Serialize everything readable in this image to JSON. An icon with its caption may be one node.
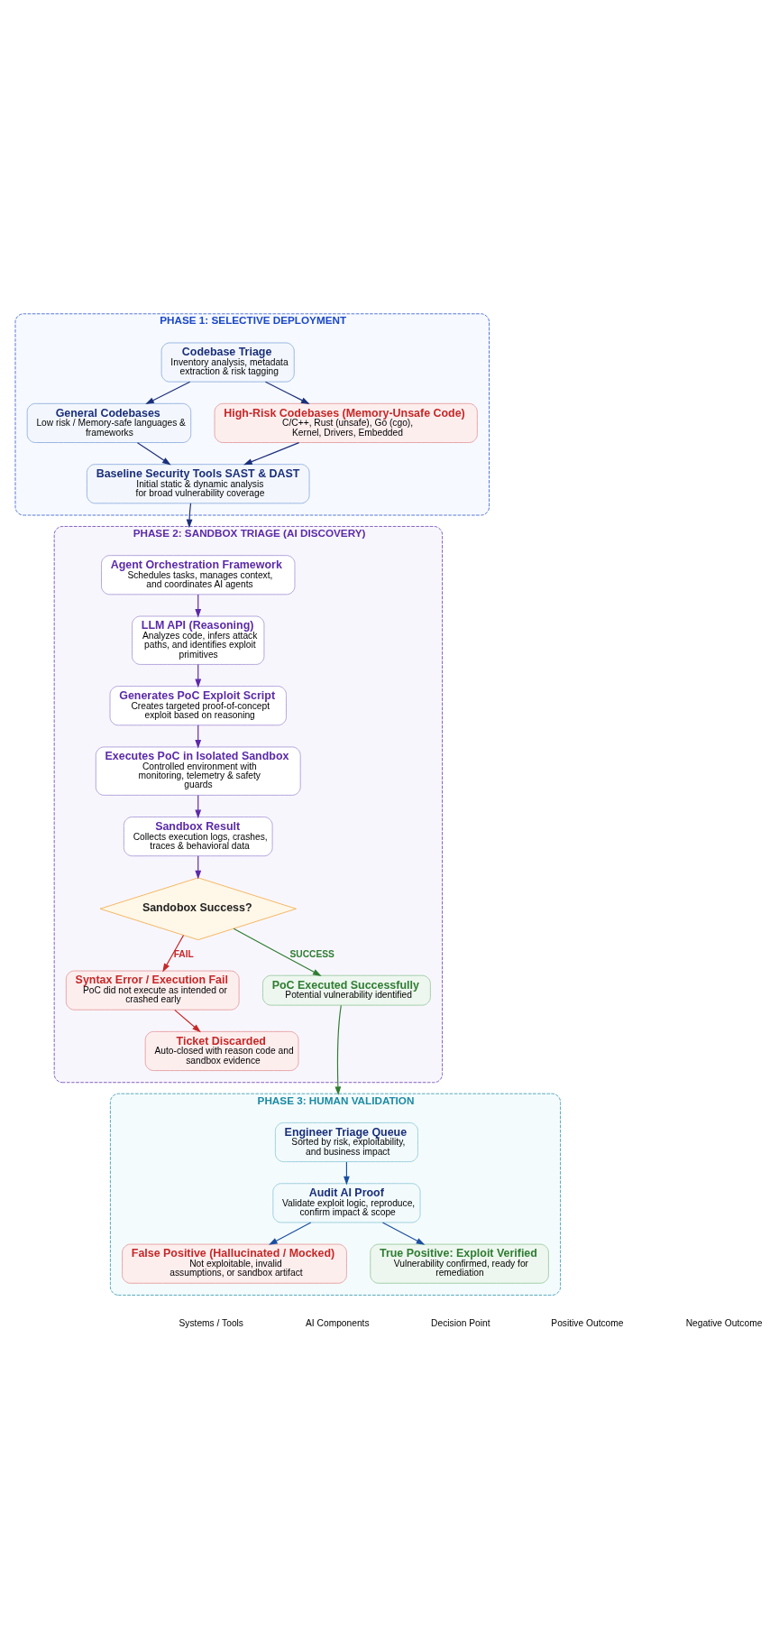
{
  "diagram": {
    "nodes": [
      {
        "text": [
          "PHASE 1: SELECTIVE DEPLOYMENT"
        ]
      },
      {
        "text": [
          "Codebase Triage",
          "Inventory analysis, metadata extraction & risk tagging"
        ],
        "in": 0
      },
      {
        "text": [
          "General Codebases",
          "Low risk / Memory-safe languages & frameworks"
        ],
        "in": 0
      },
      {
        "text": [
          "High-Risk Codebases (Memory-Unsafe Code)",
          "C/C++, Rust (unsafe), Go (cgo), Kernel, Drivers, Embedded"
        ],
        "in": 0
      },
      {
        "text": [
          "Baseline Security Tools SAST & DAST",
          "Initial static & dynamic analysis for broad vulnerability coverage"
        ],
        "in": 0
      },
      {
        "text": [
          "PHASE 2: SANDBOX TRIAGE (AI DISCOVERY)"
        ]
      },
      {
        "text": [
          "Agent Orchestration Framework",
          "Schedules tasks, manages context, and coordinates AI agents"
        ],
        "in": 5
      },
      {
        "text": [
          "LLM API (Reasoning)",
          "Analyzes code, infers attack paths, and identifies exploit primitives"
        ],
        "in": 5
      },
      {
        "text": [
          "Generates PoC Exploit Script",
          "Creates targeted proof-of-concept exploit based on reasoning"
        ],
        "in": 5
      },
      {
        "text": [
          "Executes PoC in Isolated Sandbox",
          "Controlled environment with monitoring, telemetry & safety guards"
        ],
        "in": 5
      },
      {
        "text": [
          "Sandbox Result",
          "Collects execution logs, crashes, traces & behavioral data"
        ],
        "in": 5
      },
      {
        "text": [
          "Sandobox Success?"
        ],
        "in": 5
      },
      {
        "text": [
          "Syntax Error / Execution Fail",
          "PoC did not execute as intended or crashed early"
        ],
        "in": 5
      },
      {
        "text": [
          "Ticket Discarded",
          "Auto-closed with reason code and sandbox evidence"
        ],
        "in": 5
      },
      {
        "text": [
          "PoC Executed Successfully",
          "Potential vulnerability identified"
        ],
        "in": 5
      },
      {
        "text": [
          "PHASE 3: HUMAN VALIDATION"
        ]
      },
      {
        "text": [
          "Engineer Triage Queue",
          "Sorted by risk, exploitability, and business impact"
        ],
        "in": 15
      },
      {
        "text": [
          "Audit AI Proof",
          "Validate exploit logic, reproduce, confirm impact & scope"
        ],
        "in": 15
      },
      {
        "text": [
          "False Positive (Hallucinated / Mocked)",
          "Not exploitable, invalid assumptions, or sandbox artifact"
        ],
        "in": 15
      },
      {
        "text": [
          "True Positive: Exploit Verified",
          "Vulnerability confirmed, ready for remediation"
        ],
        "in": 15
      }
    ],
    "edges": [
      {
        "from": 1,
        "to": 2,
        "arrow": "to"
      },
      {
        "from": 1,
        "to": 3,
        "arrow": "to"
      },
      {
        "from": 2,
        "to": 4,
        "arrow": "to"
      },
      {
        "from": 3,
        "to": 4,
        "arrow": "to"
      },
      {
        "from": 4,
        "to": 5,
        "arrow": "to"
      },
      {
        "from": 6,
        "to": 7,
        "arrow": "to"
      },
      {
        "from": 7,
        "to": 8,
        "arrow": "to"
      },
      {
        "from": 8,
        "to": 9,
        "arrow": "to"
      },
      {
        "from": 9,
        "to": 10,
        "arrow": "to"
      },
      {
        "from": 10,
        "to": 11,
        "arrow": "to"
      },
      {
        "from": 11,
        "to": 12,
        "arrow": "to",
        "label": "FAIL",
        "color": "#c62828"
      },
      {
        "from": 11,
        "to": 14,
        "arrow": "to",
        "label": "SUCCESS",
        "color": "#2e7d32"
      },
      {
        "from": 12,
        "to": 13,
        "arrow": "to",
        "color": "#c62828"
      },
      {
        "from": 14,
        "to": 15,
        "arrow": "to",
        "color": "#2e7d32"
      },
      {
        "from": 16,
        "to": 17,
        "arrow": "to"
      },
      {
        "from": 17,
        "to": 18,
        "arrow": "to"
      },
      {
        "from": 17,
        "to": 19,
        "arrow": "to"
      }
    ],
    "legend": [
      {
        "text": "Systems / Tools"
      },
      {
        "text": "AI Components"
      },
      {
        "text": "Decision Point"
      },
      {
        "text": "Positive Outcome"
      },
      {
        "text": "Negative Outcome"
      }
    ]
  }
}
